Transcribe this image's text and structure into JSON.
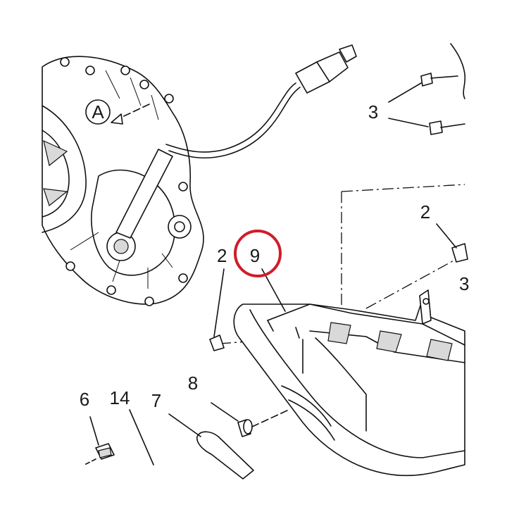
{
  "callouts": {
    "view_a": "A",
    "c2_left": "2",
    "c9": "9",
    "c2_right": "2",
    "c3_top": "3",
    "c3_right": "3",
    "c6": "6",
    "c14": "14",
    "c7": "7",
    "c8": "8"
  },
  "highlight": {
    "color": "#d01c2a",
    "target": "9"
  },
  "colors": {
    "ink": "#111111",
    "paper": "#ffffff"
  }
}
